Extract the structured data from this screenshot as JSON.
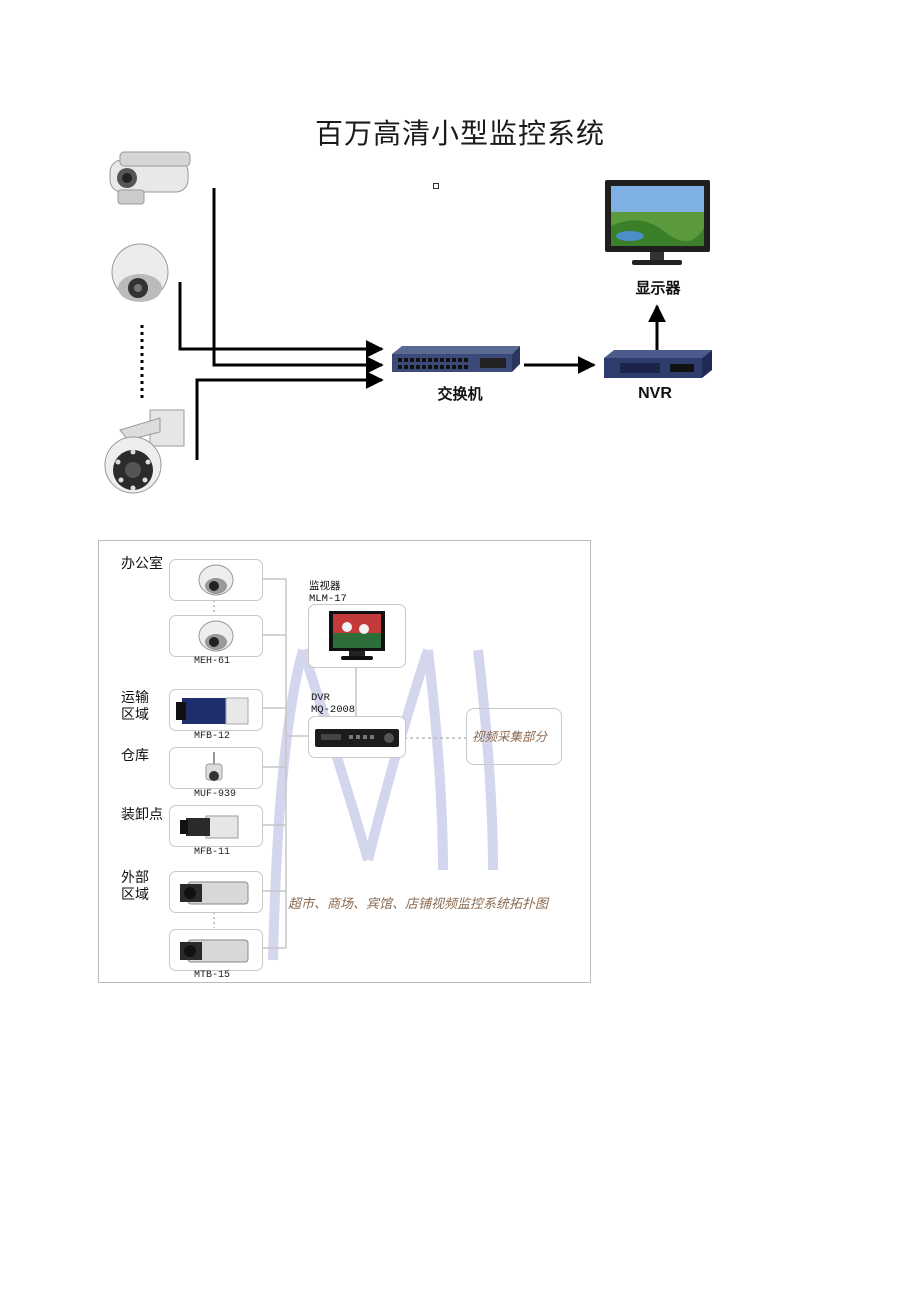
{
  "diagram1": {
    "title": "百万高清小型监控系统",
    "switch_label": "交换机",
    "nvr_label": "NVR",
    "display_label": "显示器"
  },
  "diagram2": {
    "zones": {
      "office": "办公室",
      "transport_line1": "运输",
      "transport_line2": "区域",
      "warehouse": "仓库",
      "loading": "装卸点",
      "exterior_line1": "外部",
      "exterior_line2": "区域"
    },
    "models": {
      "meh": "MEH-61",
      "mfb12": "MFB-12",
      "muf": "MUF-939",
      "mfb11": "MFB-11",
      "mtb": "MTB-15"
    },
    "monitor": {
      "label": "监视器",
      "model": "MLM-17"
    },
    "dvr": {
      "label": "DVR",
      "model": "MQ-2008"
    },
    "capture_label": "视频采集部分",
    "caption": "超市、商场、宾馆、店铺视频监控系统拓扑图"
  },
  "colors": {
    "line": "#000000",
    "caption_text": "#8a6a50",
    "watermark": "#c9cde8"
  }
}
